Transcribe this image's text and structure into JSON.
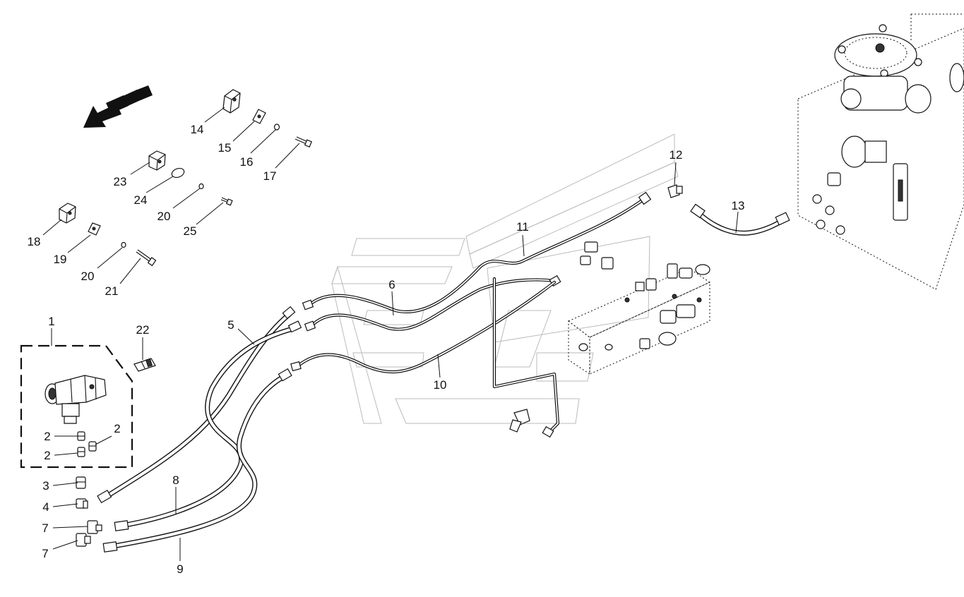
{
  "callouts": {
    "c1": "1",
    "c2a": "2",
    "c2b": "2",
    "c2c": "2",
    "c3": "3",
    "c4": "4",
    "c5": "5",
    "c6": "6",
    "c7a": "7",
    "c7b": "7",
    "c8": "8",
    "c9": "9",
    "c10": "10",
    "c11": "11",
    "c12": "12",
    "c13": "13",
    "c14": "14",
    "c15": "15",
    "c16": "16",
    "c17": "17",
    "c18": "18",
    "c19": "19",
    "c20a": "20",
    "c20b": "20",
    "c21": "21",
    "c22": "22",
    "c23": "23",
    "c24": "24",
    "c25": "25"
  },
  "colors": {
    "line": "#111111",
    "ghost": "#bbbbbb",
    "background": "#ffffff"
  },
  "icons": {
    "direction": "forward-direction-arrow-icon"
  }
}
